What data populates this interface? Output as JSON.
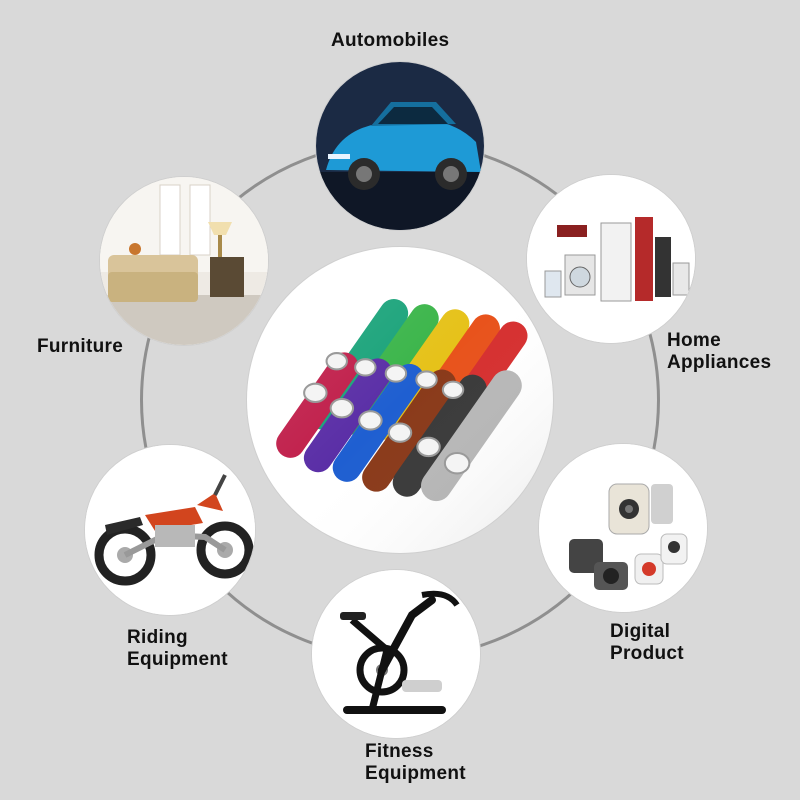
{
  "categories": {
    "automobiles": {
      "label": "Automobiles",
      "icon": "car-icon"
    },
    "furniture": {
      "label": "Furniture",
      "icon": "sofa-icon"
    },
    "home": {
      "line1": "Home",
      "line2": "Appliances",
      "icon": "appliances-icon"
    },
    "riding": {
      "line1": "Riding",
      "line2": "Equipment",
      "icon": "motorcycle-icon"
    },
    "digital": {
      "line1": "Digital",
      "line2": "Product",
      "icon": "camera-icon"
    },
    "fitness": {
      "line1": "Fitness",
      "line2": "Equipment",
      "icon": "exercise-bike-icon"
    }
  },
  "colors": {
    "background": "#d9d9d9",
    "ring": "#8f8f8f",
    "label": "#111111",
    "rolls": [
      "#1aa37a",
      "#3bb54a",
      "#e6c21a",
      "#e8531c",
      "#d63030",
      "#c01e4a",
      "#5a2ea6",
      "#1f5fd1",
      "#8a3a1a",
      "#3a3a3a",
      "#b8b8b8"
    ]
  }
}
